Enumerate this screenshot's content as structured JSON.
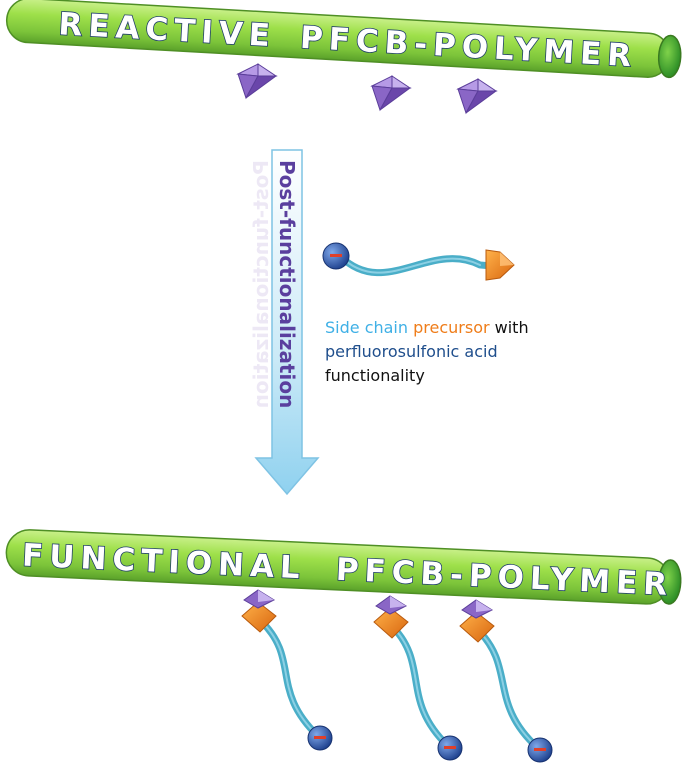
{
  "top_rod": {
    "label": "REACTIVE PFCB-POLYMER",
    "word1": "REACTIVE",
    "word2": "PFCB-POLYMER"
  },
  "bottom_rod": {
    "label": "FUNCTIONAL PFCB-POLYMER",
    "word1": "FUNCTIONAL",
    "word2": "PFCB-POLYMER"
  },
  "arrow": {
    "label": "Post-functionalization"
  },
  "legend": {
    "part1": "Side chain ",
    "part2": "precursor",
    "part3": " with",
    "part4": "perfluorosulfonic acid",
    "part5": "functionality"
  },
  "colors": {
    "rod": "#8cd23c",
    "rod_end": "#3ea82f",
    "reactive_group": "#8c68c8",
    "precursor_head": "#f08c1e",
    "chain": "#4aaec8",
    "acid_bead": "#2f5fb0",
    "minus_sign": "#e0402a",
    "arrow_fill": "#a9dcf2",
    "arrow_label": "#5a3f9e"
  },
  "icons": [
    "reactive-group-icon",
    "side-chain-icon",
    "sulfonic-acid-bead-icon",
    "precursor-head-icon"
  ]
}
